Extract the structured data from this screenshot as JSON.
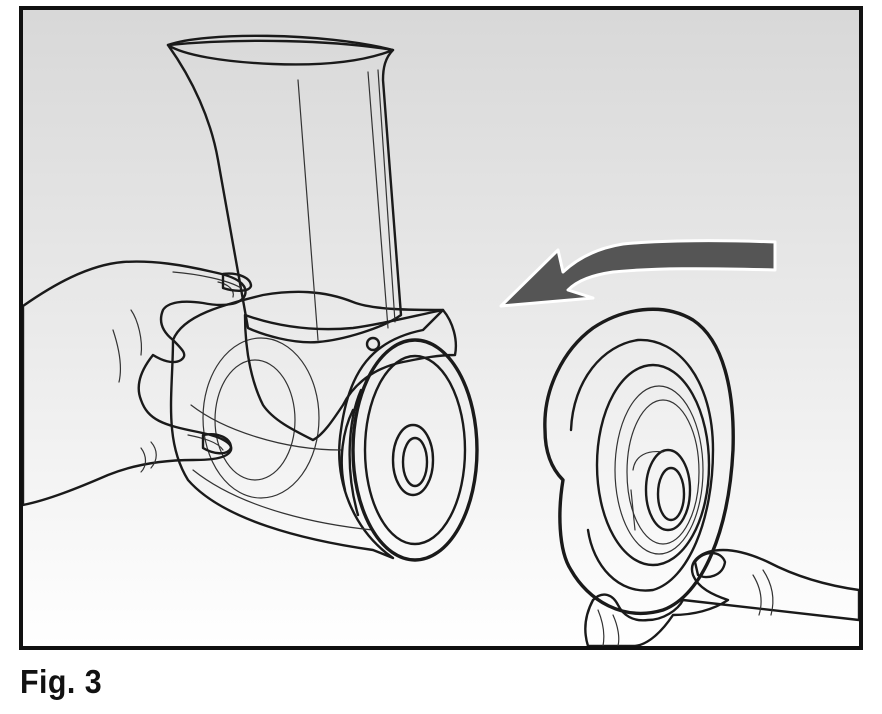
{
  "figure": {
    "caption": "Fig. 3",
    "colors": {
      "background_top": "#d9d9d9",
      "background_bottom": "#ffffff",
      "arrow": "#555555",
      "line": "#1a1a1a",
      "frame": "#111111"
    },
    "parts": [
      {
        "id": "drum-housing",
        "icon": "slicer-housing-icon"
      },
      {
        "id": "end-cap",
        "icon": "end-cap-icon"
      },
      {
        "id": "direction-arrow",
        "icon": "curved-arrow-left-icon"
      },
      {
        "id": "left-hand",
        "icon": "hand-icon"
      },
      {
        "id": "right-hand",
        "icon": "hand-icon"
      }
    ]
  }
}
